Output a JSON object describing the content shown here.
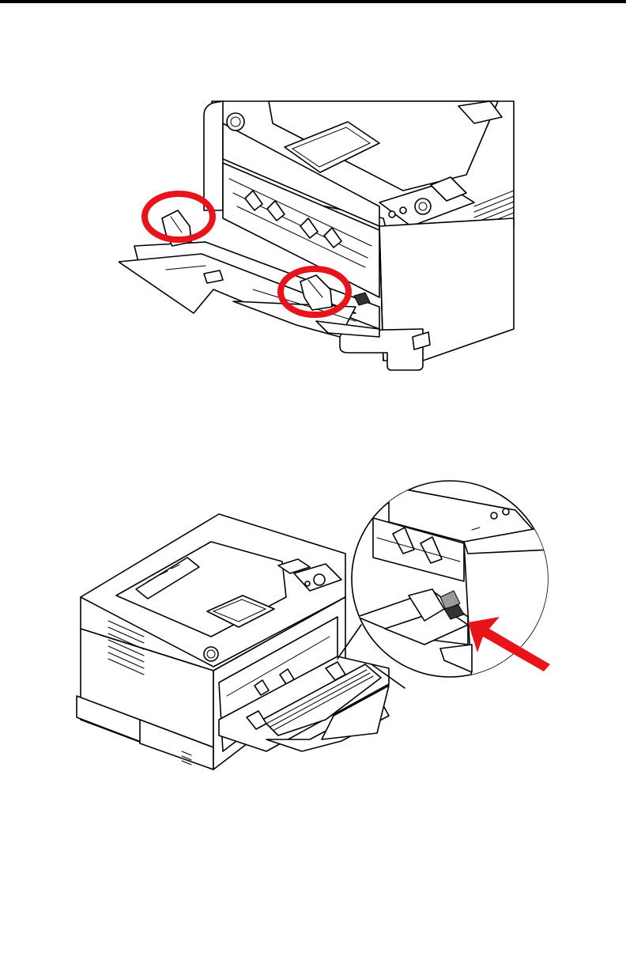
{
  "figures": [
    {
      "id": "fig-top",
      "name": "printer-tray-paper-guides-figure"
    },
    {
      "id": "fig-bottom",
      "name": "printer-tray-loaded-paper-figure"
    }
  ],
  "colors": {
    "highlight": "#e8141b",
    "line": "#000000",
    "background": "#ffffff"
  },
  "icons": [
    "highlight-circle-left-guide",
    "highlight-circle-right-guide",
    "pointer-arrow-icon",
    "zoom-callout-circle"
  ]
}
